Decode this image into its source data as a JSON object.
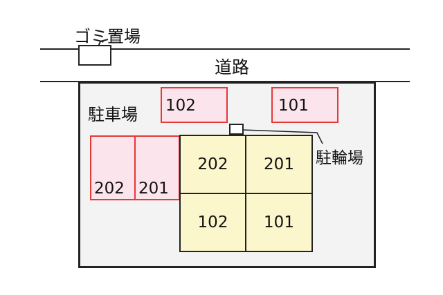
{
  "labels": {
    "garbage": "ゴミ置場",
    "road": "道路",
    "parking": "駐車場",
    "bicycle": "駐輪場"
  },
  "parking_spots": {
    "top": [
      "102",
      "101"
    ],
    "left": [
      "202",
      "201"
    ]
  },
  "building_units": [
    "202",
    "201",
    "102",
    "101"
  ],
  "colors": {
    "parking_fill": "#fce4ec",
    "parking_border": "#e53935",
    "unit_fill": "#fbf6cc",
    "lot_fill": "#f3f3f3"
  }
}
